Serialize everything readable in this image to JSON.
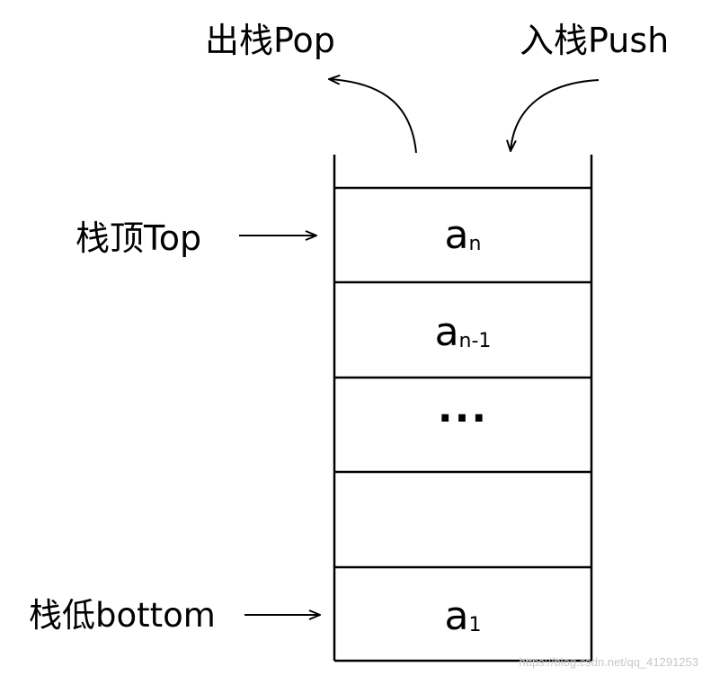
{
  "labels": {
    "pop": "出栈Pop",
    "push": "入栈Push",
    "top": "栈顶Top",
    "bottom": "栈低bottom"
  },
  "cells": [
    {
      "main": "a",
      "sub": "n"
    },
    {
      "main": "a",
      "sub": "n-1"
    },
    {
      "main": "···",
      "sub": ""
    },
    {
      "main": "",
      "sub": ""
    },
    {
      "main": "a",
      "sub": "1"
    }
  ],
  "watermark": "https://blog.csdn.net/qq_41291253"
}
